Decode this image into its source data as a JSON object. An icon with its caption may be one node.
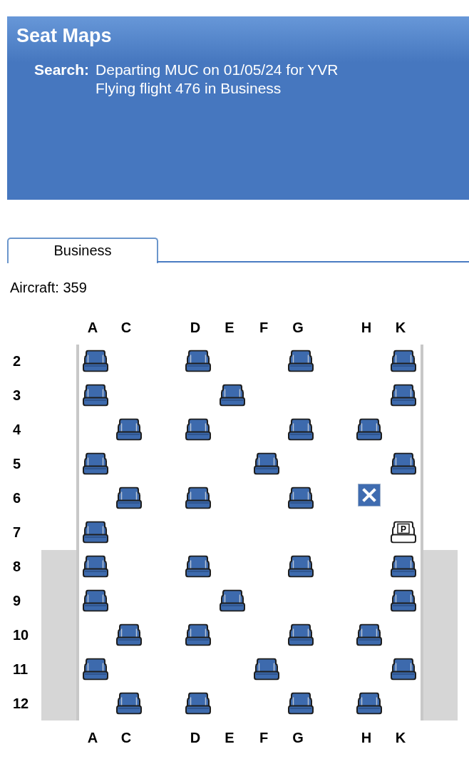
{
  "diagram": {
    "nodes": [
      {
        "text": [
          "Seat Maps",
          "Search:",
          "Departing MUC on 01/05/24 for YVR",
          "Flying flight 476 in Business"
        ]
      },
      {
        "text": [
          "Business"
        ]
      }
    ],
    "labels": [
      "Aircraft: 359",
      "A",
      "C",
      "D",
      "E",
      "F",
      "G",
      "H",
      "K",
      "2",
      "3",
      "4",
      "5",
      "6",
      "7",
      "P",
      "8",
      "9",
      "10",
      "11",
      "12",
      "A",
      "C",
      "D",
      "E",
      "F",
      "G",
      "H",
      "K"
    ]
  }
}
